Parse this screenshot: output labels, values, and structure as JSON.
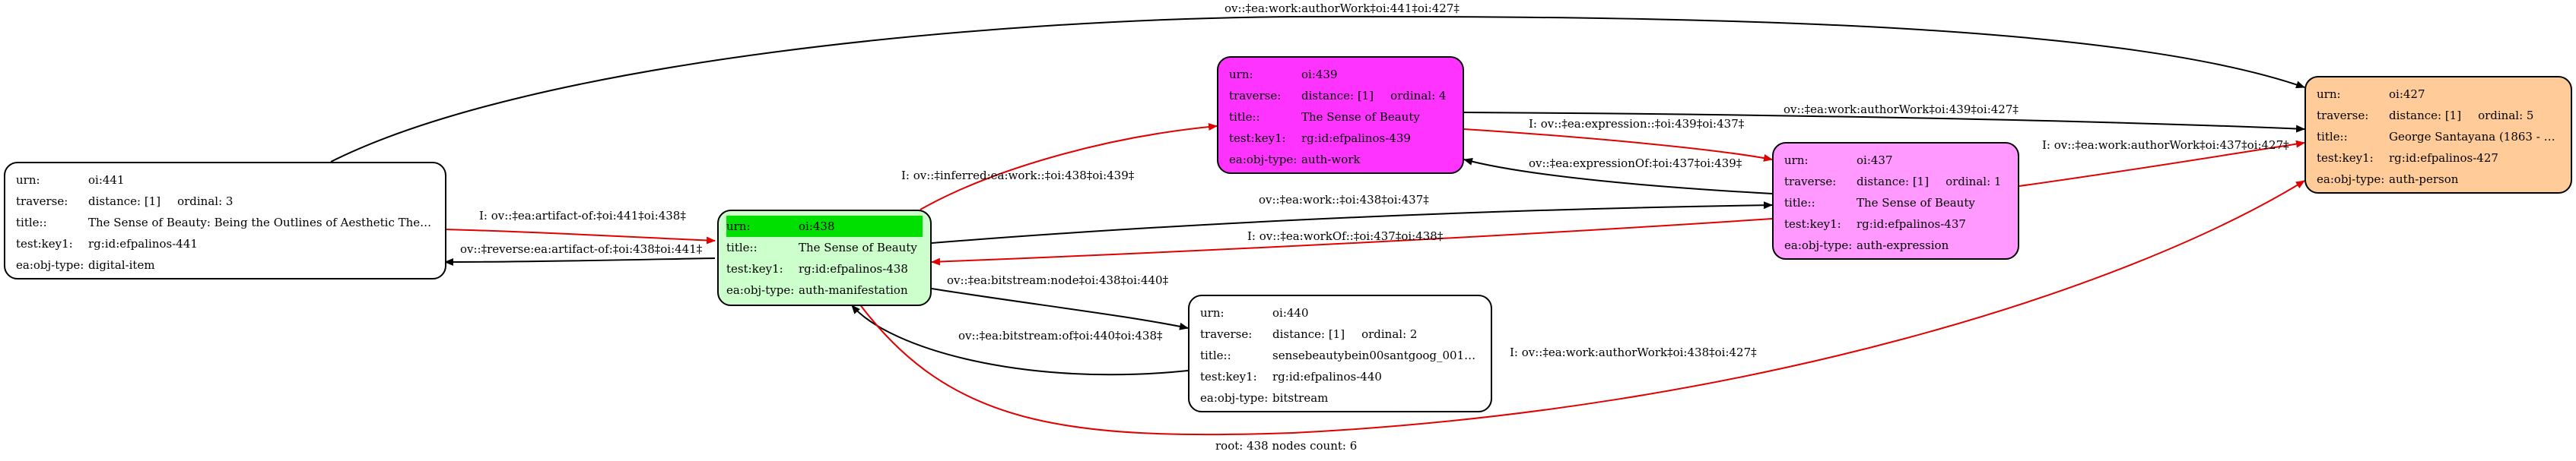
{
  "colors": {
    "root": "#ccffcc",
    "root_highlight": "#00e000",
    "work": "#ff33ff",
    "expression": "#ff99ff",
    "person": "#ffcc99",
    "item": "#ffffff",
    "red_edge": "#e00000",
    "black_edge": "#000000"
  },
  "nodes": {
    "n441": {
      "urn": "oi:441",
      "traverse": "distance: [1]",
      "ordinal": "ordinal: 3",
      "title": "The Sense of Beauty: Being the Outlines of Aesthetic Theor...",
      "testkey": "rg:id:efpalinos-441",
      "objtype": "digital-item"
    },
    "n438": {
      "urn": "oi:438",
      "title": "The Sense of Beauty",
      "testkey": "rg:id:efpalinos-438",
      "objtype": "auth-manifestation"
    },
    "n439": {
      "urn": "oi:439",
      "traverse": "distance: [1]",
      "ordinal": "ordinal: 4",
      "title": "The Sense of Beauty",
      "testkey": "rg:id:efpalinos-439",
      "objtype": "auth-work"
    },
    "n437": {
      "urn": "oi:437",
      "traverse": "distance: [1]",
      "ordinal": "ordinal: 1",
      "title": "The Sense of Beauty",
      "testkey": "rg:id:efpalinos-437",
      "objtype": "auth-expression"
    },
    "n440": {
      "urn": "oi:440",
      "traverse": "distance: [1]",
      "ordinal": "ordinal: 2",
      "title": "sensebeautybein00santgoog_0012.jpg",
      "testkey": "rg:id:efpalinos-440",
      "objtype": "bitstream"
    },
    "n427": {
      "urn": "oi:427",
      "traverse": "distance: [1]",
      "ordinal": "ordinal: 5",
      "title": "George Santayana (1863 - 1952)",
      "testkey": "rg:id:efpalinos-427",
      "objtype": "auth-person"
    }
  },
  "keys": {
    "urn": "urn:",
    "traverse": "traverse:",
    "title": "title::",
    "testkey": "test:key1:",
    "objtype": "ea:obj-type:"
  },
  "edge_labels": {
    "e441_427": "ov::‡ea:work:authorWork‡oi:441‡oi:427‡",
    "e438_439": "I: ov::‡inferred:ea:work::‡oi:438‡oi:439‡",
    "e439_427": "ov::‡ea:work:authorWork‡oi:439‡oi:427‡",
    "e439_437": "I: ov::‡ea:expression::‡oi:439‡oi:437‡",
    "e437_439": "ov::‡ea:expressionOf:‡oi:437‡oi:439‡",
    "e437_427": "I: ov::‡ea:work:authorWork‡oi:437‡oi:427‡",
    "e441_438": "I: ov::‡ea:artifact-of:‡oi:441‡oi:438‡",
    "e438_441": "ov::‡reverse:ea:artifact-of:‡oi:438‡oi:441‡",
    "e438_437": "ov::‡ea:work::‡oi:438‡oi:437‡",
    "e437_438": "I: ov::‡ea:workOf::‡oi:437‡oi:438‡",
    "e438_440": "ov::‡ea:bitstream:node‡oi:438‡oi:440‡",
    "e440_438": "ov::‡ea:bitstream:of‡oi:440‡oi:438‡",
    "e438_427": "I: ov::‡ea:work:authorWork‡oi:438‡oi:427‡"
  },
  "footer": "root: 438 nodes count: 6"
}
